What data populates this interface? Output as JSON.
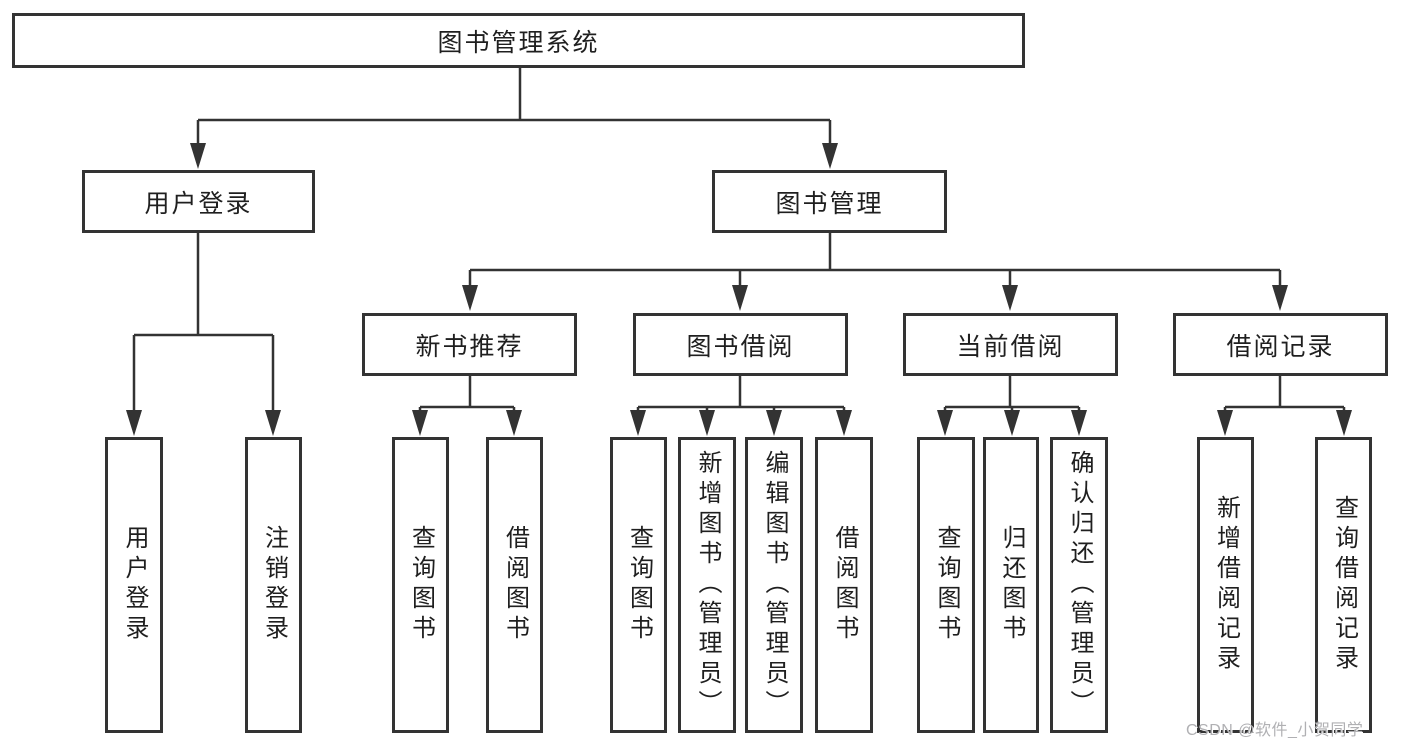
{
  "diagram": {
    "tree": {
      "root": "图书管理系统",
      "branches": [
        {
          "label": "用户登录",
          "children": [
            {
              "label": "用户登录"
            },
            {
              "label": "注销登录"
            }
          ]
        },
        {
          "label": "图书管理",
          "children": [
            {
              "label": "新书推荐",
              "children": [
                {
                  "label": "查询图书"
                },
                {
                  "label": "借阅图书"
                }
              ]
            },
            {
              "label": "图书借阅",
              "children": [
                {
                  "label": "查询图书"
                },
                {
                  "label": "新增图书（管理员）"
                },
                {
                  "label": "编辑图书（管理员）"
                },
                {
                  "label": "借阅图书"
                }
              ]
            },
            {
              "label": "当前借阅",
              "children": [
                {
                  "label": "查询图书"
                },
                {
                  "label": "归还图书"
                },
                {
                  "label": "确认归还（管理员）"
                }
              ]
            },
            {
              "label": "借阅记录",
              "children": [
                {
                  "label": "新增借阅记录"
                },
                {
                  "label": "查询借阅记录"
                }
              ]
            }
          ]
        }
      ]
    },
    "watermark": {
      "text": "CSDN @软件_小贺同学"
    },
    "colors": {
      "line": "#333333",
      "text": "#1f1f1f",
      "background": "#ffffff",
      "watermark": "#b0b0b3"
    }
  }
}
